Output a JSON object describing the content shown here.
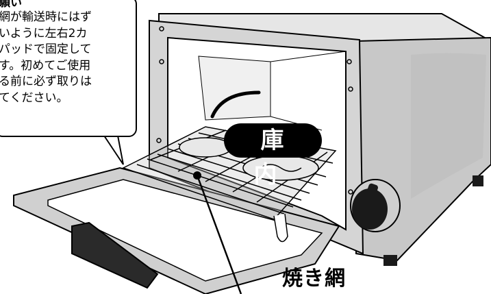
{
  "callout": {
    "title": "願い",
    "body": "網が輸送時にはず\nいように左右2カ\nパッドで固定して\nす。初めてご使用\nる前に必ず取りは\nてください。"
  },
  "labels": {
    "interior": "庫 内",
    "rack": "焼き網"
  },
  "colors": {
    "line": "#000000",
    "body_gray": "#cfcfcf",
    "shadow_gray": "#8c8c8c",
    "interior_white": "#ffffff",
    "dark": "#1a1a1a"
  },
  "icons": [
    "toaster-oven-illustration",
    "knob-icon",
    "wire-rack",
    "heater-coil"
  ]
}
